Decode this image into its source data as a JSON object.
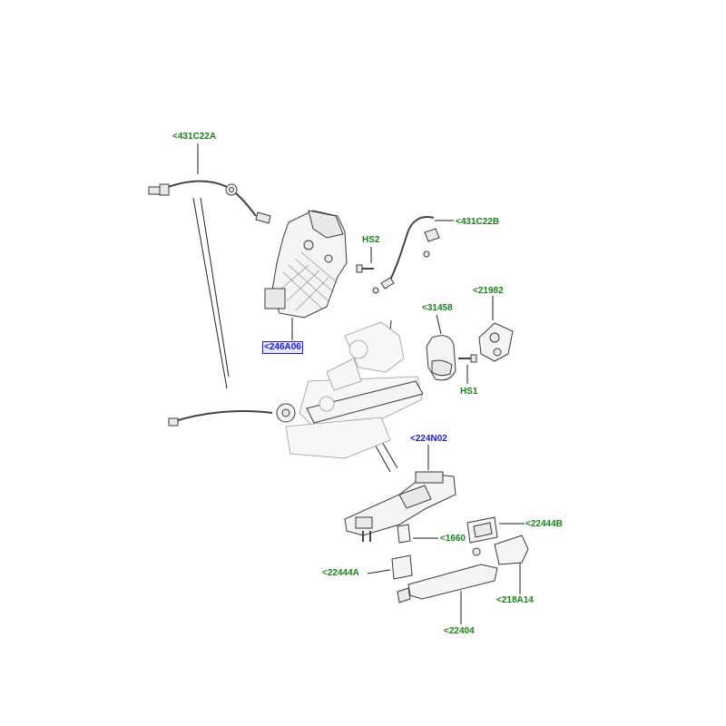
{
  "callouts": {
    "c431c22a": "<431C22A",
    "c431c22b": "<431C22B",
    "hs2": "HS2",
    "c246a06": "<246A06",
    "c31458": "<31458",
    "c21982": "<21982",
    "hs1": "HS1",
    "c224n02": "<224N02",
    "c22444b": "<22444B",
    "c1660": "<1660",
    "c22444a": "<22444A",
    "c218a14": "<218A14",
    "c22404": "<22404"
  },
  "colors": {
    "label_green": "#1a7f1a",
    "label_blue": "#1a1acf",
    "selected_box_fill": "#e6e8ff"
  }
}
